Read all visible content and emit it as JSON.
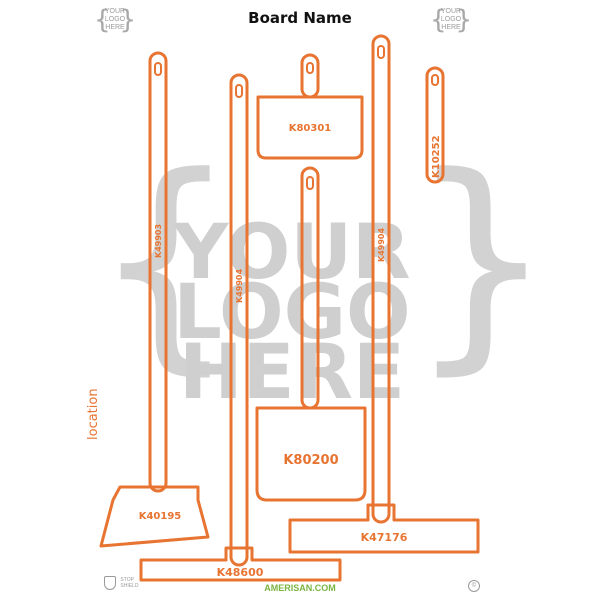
{
  "board": {
    "title": "Board Name",
    "location_label": "location",
    "logo_small_text": [
      "YOUR",
      "LOGO",
      "HERE"
    ],
    "logo_big_text": [
      "YOUR",
      "LOGO",
      "HERE"
    ],
    "footer_url": "AMERISAN.COM",
    "stop_shield_text": [
      "STOP",
      "SHIELD"
    ],
    "copyright_symbol": "©"
  },
  "tools": {
    "k49903": "K49903",
    "k40195": "K40195",
    "k49904_left": "K49904",
    "k48600": "K48600",
    "k80301": "K80301",
    "k80200": "K80200",
    "k49904_right": "K49904",
    "k47176": "K47176",
    "k10252": "K10252"
  },
  "colors": {
    "outline": "#e87431",
    "logo_gray": "#c9c9c9",
    "footer_green": "#7ab441"
  }
}
